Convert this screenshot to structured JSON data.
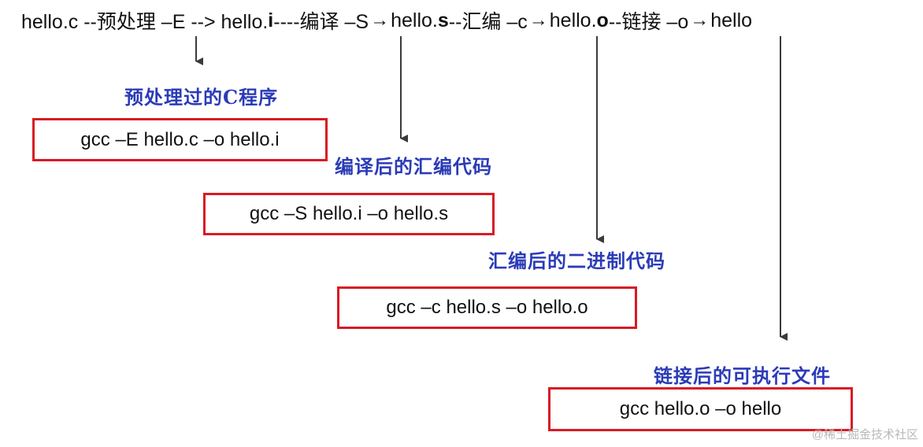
{
  "header": {
    "segments": [
      {
        "text": "hello.c --预处理 –E --> hello.",
        "bold": false
      },
      {
        "text": "i",
        "bold": true
      },
      {
        "text": " ----编译 –S ",
        "bold": false
      },
      {
        "text": "→",
        "bold": false,
        "arrow": true
      },
      {
        "text": " hello.",
        "bold": false
      },
      {
        "text": "s",
        "bold": true
      },
      {
        "text": " --汇编 –c ",
        "bold": false
      },
      {
        "text": "→",
        "bold": false,
        "arrow": true
      },
      {
        "text": " hello.",
        "bold": false
      },
      {
        "text": "o",
        "bold": true
      },
      {
        "text": " --链接 –o ",
        "bold": false
      },
      {
        "text": "→",
        "bold": false,
        "arrow": true
      },
      {
        "text": " hello",
        "bold": false
      }
    ]
  },
  "stages": [
    {
      "label": "预处理过的C程序",
      "command": "gcc –E hello.c –o hello.i"
    },
    {
      "label": "编译后的汇编代码",
      "command": "gcc –S hello.i –o hello.s"
    },
    {
      "label": "汇编后的二进制代码",
      "command": "gcc –c hello.s –o hello.o"
    },
    {
      "label": "链接后的可执行文件",
      "command": "gcc hello.o –o hello"
    }
  ],
  "colors": {
    "label": "#2b3bb7",
    "box_border": "#d81b24",
    "arrow": "#3a3a3a"
  },
  "watermark": "@稀土掘金技术社区"
}
